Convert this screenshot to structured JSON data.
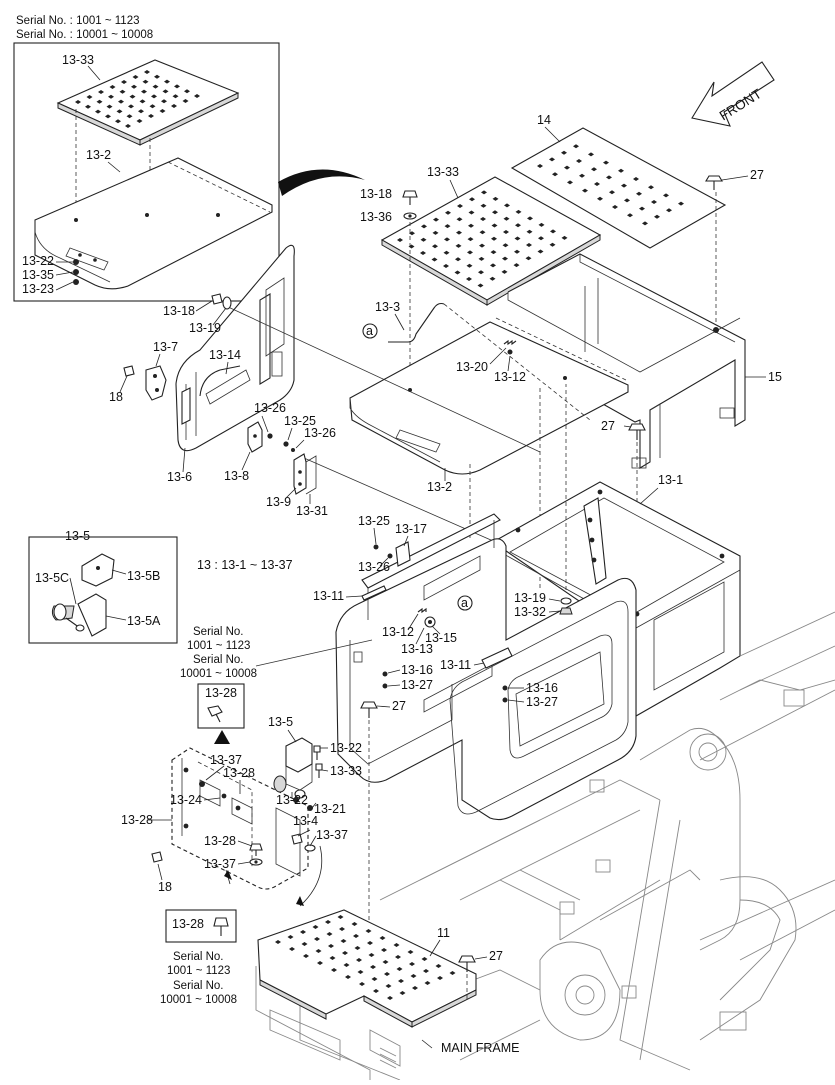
{
  "header": {
    "serial_line_1": "Serial No. : 1001 ~ 1123",
    "serial_line_2": "Serial No. : 10001 ~ 10008"
  },
  "front_label": "FRONT",
  "main_frame_label": "MAIN FRAME",
  "group_note": "13 : 13-1 ~ 13-37",
  "circle_ref": "a",
  "serial_block_a": [
    "Serial No.",
    "1001 ~ 1123",
    "Serial No.",
    "10001 ~ 10008"
  ],
  "serial_block_b": [
    "Serial No.",
    "1001 ~ 1123",
    "Serial No.",
    "10001 ~ 10008"
  ],
  "inset_13_5_labels": [
    "13-5",
    "13-5C",
    "13-5B",
    "13-5A"
  ],
  "inset_13_28_label": "13-28",
  "callouts": [
    "13-33",
    "13-2",
    "13-22",
    "13-35",
    "13-23",
    "14",
    "27",
    "13-18",
    "13-36",
    "13-33",
    "13-18",
    "13-19",
    "13-3",
    "13-7",
    "13-14",
    "18",
    "13-20",
    "13-12",
    "15",
    "27",
    "13-26",
    "13-25",
    "13-26",
    "13-6",
    "13-8",
    "13-9",
    "13-31",
    "13-2",
    "13-1",
    "13-25",
    "13-17",
    "13-26",
    "13-11",
    "13-19",
    "13-32",
    "13-12",
    "13-15",
    "13-13",
    "13-16",
    "13-27",
    "13-11",
    "13-16",
    "13-27",
    "27",
    "13-5",
    "13-37",
    "13-28",
    "13-22",
    "13-33",
    "13-24",
    "13-22",
    "13-21",
    "13-4",
    "13-28",
    "13-37",
    "13-28",
    "13-37",
    "18",
    "13-28",
    "11",
    "27"
  ]
}
